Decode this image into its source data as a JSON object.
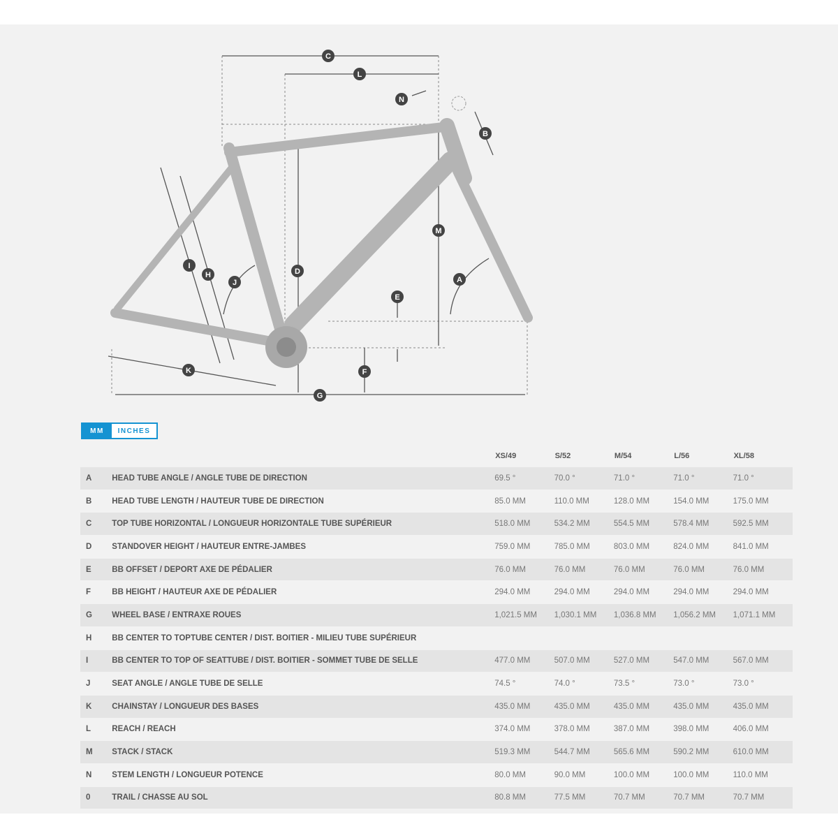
{
  "diagram": {
    "markers": [
      "A",
      "B",
      "C",
      "D",
      "E",
      "F",
      "G",
      "H",
      "I",
      "J",
      "K",
      "L",
      "M",
      "N"
    ]
  },
  "units": {
    "mm": "MM",
    "inches": "INCHES",
    "active": "MM"
  },
  "table": {
    "sizes": [
      "XS/49",
      "S/52",
      "M/54",
      "L/56",
      "XL/58"
    ],
    "rows": [
      {
        "letter": "A",
        "name": "HEAD TUBE ANGLE / ANGLE TUBE DE DIRECTION",
        "values": [
          "69.5 °",
          "70.0 °",
          "71.0 °",
          "71.0 °",
          "71.0 °"
        ]
      },
      {
        "letter": "B",
        "name": "HEAD TUBE LENGTH / HAUTEUR TUBE DE DIRECTION",
        "values": [
          "85.0 MM",
          "110.0 MM",
          "128.0 MM",
          "154.0 MM",
          "175.0 MM"
        ]
      },
      {
        "letter": "C",
        "name": "TOP TUBE HORIZONTAL / LONGUEUR HORIZONTALE TUBE SUPÉRIEUR",
        "values": [
          "518.0 MM",
          "534.2 MM",
          "554.5 MM",
          "578.4 MM",
          "592.5 MM"
        ]
      },
      {
        "letter": "D",
        "name": "STANDOVER HEIGHT / HAUTEUR ENTRE-JAMBES",
        "values": [
          "759.0 MM",
          "785.0 MM",
          "803.0 MM",
          "824.0 MM",
          "841.0 MM"
        ]
      },
      {
        "letter": "E",
        "name": "BB OFFSET / DEPORT AXE DE PÉDALIER",
        "values": [
          "76.0 MM",
          "76.0 MM",
          "76.0 MM",
          "76.0 MM",
          "76.0 MM"
        ]
      },
      {
        "letter": "F",
        "name": "BB HEIGHT / HAUTEUR AXE DE PÉDALIER",
        "values": [
          "294.0 MM",
          "294.0 MM",
          "294.0 MM",
          "294.0 MM",
          "294.0 MM"
        ]
      },
      {
        "letter": "G",
        "name": "WHEEL BASE / ENTRAXE ROUES",
        "values": [
          "1,021.5 MM",
          "1,030.1 MM",
          "1,036.8 MM",
          "1,056.2 MM",
          "1,071.1 MM"
        ]
      },
      {
        "letter": "H",
        "name": "BB CENTER TO TOPTUBE CENTER / DIST. BOITIER - MILIEU TUBE SUPÉRIEUR",
        "values": [
          "",
          "",
          "",
          "",
          ""
        ]
      },
      {
        "letter": "I",
        "name": "BB CENTER TO TOP OF SEATTUBE / DIST. BOITIER - SOMMET TUBE DE SELLE",
        "values": [
          "477.0 MM",
          "507.0 MM",
          "527.0 MM",
          "547.0 MM",
          "567.0 MM"
        ]
      },
      {
        "letter": "J",
        "name": "SEAT ANGLE / ANGLE TUBE DE SELLE",
        "values": [
          "74.5 °",
          "74.0 °",
          "73.5 °",
          "73.0 °",
          "73.0 °"
        ]
      },
      {
        "letter": "K",
        "name": "CHAINSTAY / LONGUEUR DES BASES",
        "values": [
          "435.0 MM",
          "435.0 MM",
          "435.0 MM",
          "435.0 MM",
          "435.0 MM"
        ]
      },
      {
        "letter": "L",
        "name": "REACH / REACH",
        "values": [
          "374.0 MM",
          "378.0 MM",
          "387.0 MM",
          "398.0 MM",
          "406.0 MM"
        ]
      },
      {
        "letter": "M",
        "name": "STACK / STACK",
        "values": [
          "519.3 MM",
          "544.7 MM",
          "565.6 MM",
          "590.2 MM",
          "610.0 MM"
        ]
      },
      {
        "letter": "N",
        "name": "STEM LENGTH / LONGUEUR POTENCE",
        "values": [
          "80.0 MM",
          "90.0 MM",
          "100.0 MM",
          "100.0 MM",
          "110.0 MM"
        ]
      },
      {
        "letter": "0",
        "name": "TRAIL / CHASSE AU SOL",
        "values": [
          "80.8 MM",
          "77.5 MM",
          "70.7 MM",
          "70.7 MM",
          "70.7 MM"
        ]
      }
    ]
  }
}
